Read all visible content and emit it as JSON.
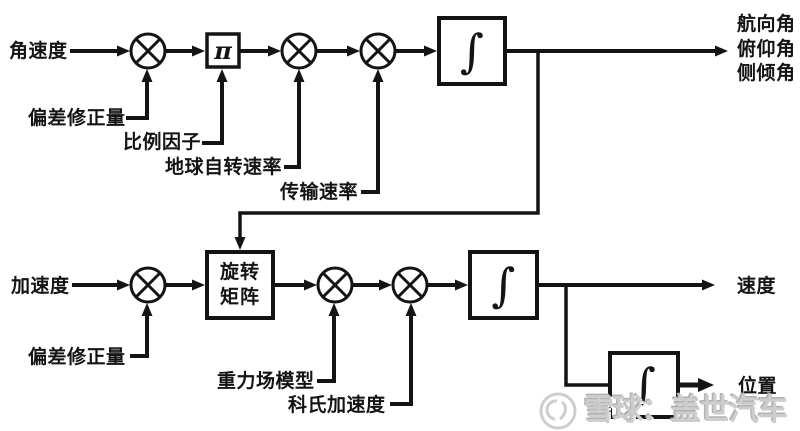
{
  "colors": {
    "background": "#ffffff",
    "ink": "#141414",
    "watermark": "#c9c9c9"
  },
  "symbols": {
    "pi": "π",
    "integral": "∫"
  },
  "top_row": {
    "input": "角速度",
    "bias": "偏差修正量",
    "scale_factor": "比例因子",
    "earth_rotation_rate": "地球自转速率",
    "transport_rate": "传输速率",
    "outputs": [
      "航向角",
      "俯仰角",
      "侧倾角"
    ]
  },
  "bottom_row": {
    "input": "加速度",
    "bias": "偏差修正量",
    "rotation_matrix": [
      "旋转",
      "矩阵"
    ],
    "gravity_model": "重力场模型",
    "coriolis": "科氏加速度",
    "velocity": "速度",
    "position": "位置"
  },
  "watermark": {
    "logo_icon": "xueqiu-snowball-logo",
    "text": "雪球：盖世汽车"
  }
}
